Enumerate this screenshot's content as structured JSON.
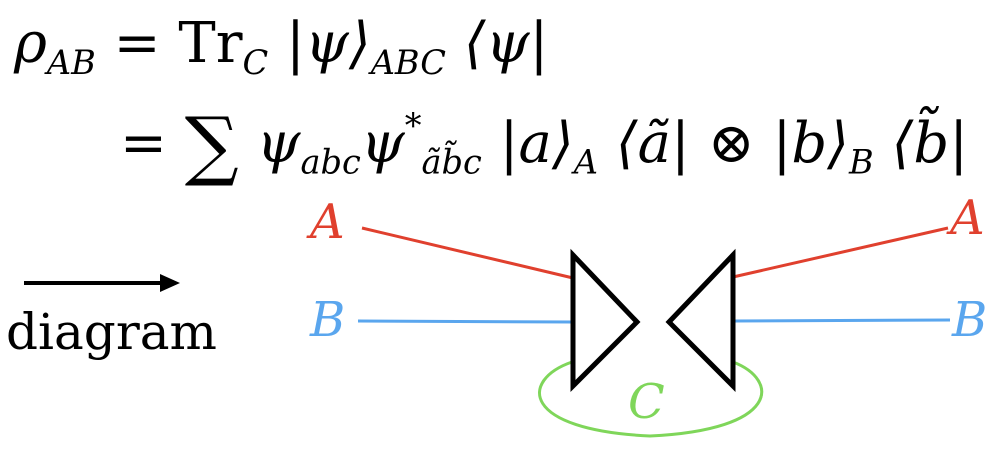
{
  "equation": {
    "line1": {
      "rho": "ρ",
      "rho_sub": "AB",
      "eq": "=",
      "tr": "Tr",
      "tr_sub": "C",
      "ket": "|ψ⟩",
      "ket_sub": "ABC",
      "bra": "⟨ψ|"
    },
    "line2": {
      "eq": "=",
      "sum": "∑",
      "psi1": "ψ",
      "psi1_sub": "abc",
      "psi2": "ψ",
      "psi2_sup": "*",
      "psi2_sub": "ãb̃c",
      "ket_a": "|a⟩",
      "ket_a_sub": "A",
      "bra_a": "⟨ã|",
      "otimes": "⊗",
      "ket_b": "|b⟩",
      "ket_b_sub": "B",
      "bra_b": "⟨b̃|"
    }
  },
  "arrow_label": "diagram",
  "diagram": {
    "label_A_left": "A",
    "label_B_left": "B",
    "label_A_right": "A",
    "label_B_right": "B",
    "label_C": "C",
    "colors": {
      "A": "#e0402e",
      "B": "#5aa6ee",
      "C": "#7fd65a",
      "tensor": "#000000"
    }
  }
}
